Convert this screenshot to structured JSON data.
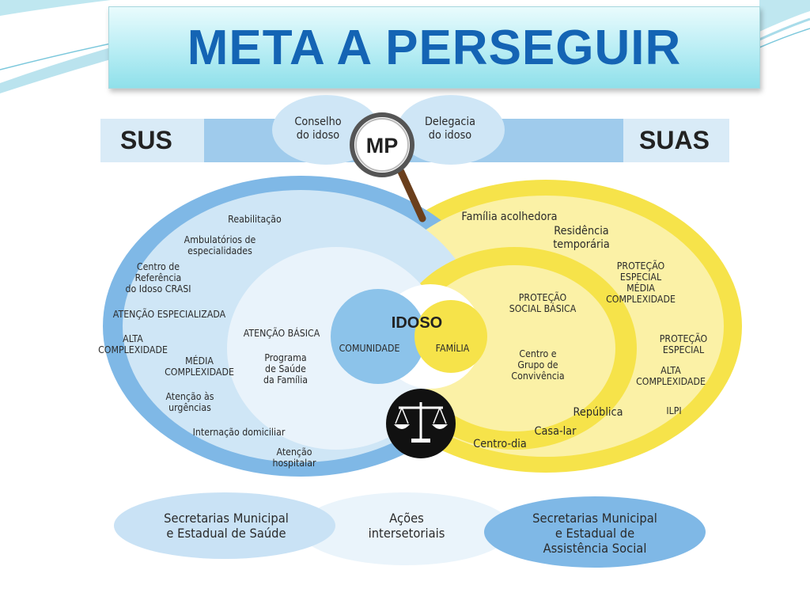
{
  "slide": {
    "title": "META A PERSEGUIR"
  },
  "colors": {
    "blue_band": "#9fcbec",
    "blue_ring": "#7fb8e6",
    "light_blue": "#cfe6f6",
    "yellow": "#f6e34a",
    "pale_yellow": "#fbf1a6",
    "title_text": "#1464b4"
  },
  "icons": {
    "magnifier": "magnifier-icon",
    "scales": "scales-of-justice-icon"
  },
  "top_band": {
    "left": "SUS",
    "right": "SUAS",
    "left_bubble": "Conselho\ndo idoso",
    "right_bubble": "Delegacia\ndo idoso",
    "center": "MP"
  },
  "sus_side": {
    "reabilitacao": "Reabilitação",
    "ambulatorios": "Ambulatórios de\nespecialidades",
    "crasi": "Centro de\nReferência\ndo Idoso CRASI",
    "atencao_especializada": "ATENÇÃO ESPECIALIZADA",
    "alta_complexidade": "ALTA\nCOMPLEXIDADE",
    "media_complexidade": "MÉDIA\nCOMPLEXIDADE",
    "atencao_basica": "ATENÇÃO BÁSICA",
    "programa_saude": "Programa\nde Saúde\nda Família",
    "urgencias": "Atenção às\nurgências",
    "internacao": "Internação domiciliar",
    "hospitalar": "Atenção\nhospitalar"
  },
  "center": {
    "idoso": "IDOSO",
    "comunidade": "COMUNIDADE",
    "familia": "FAMÍLIA"
  },
  "suas_side": {
    "familia_acolhedora": "Família acolhedora",
    "residencia": "Residência\ntemporária",
    "protecao_especial_media": "PROTEÇÃO\nESPECIAL\nMÉDIA\nCOMPLEXIDADE",
    "protecao_basica": "PROTEÇÃO\nSOCIAL BÁSICA",
    "centro_grupo": "Centro e\nGrupo de\nConvivência",
    "protecao_especial_alta": "PROTEÇÃO\nESPECIAL",
    "alta_complexidade": "ALTA\nCOMPLEXIDADE",
    "republica": "República",
    "ilpi": "ILPI",
    "casa_lar": "Casa-lar",
    "centro_dia": "Centro-dia"
  },
  "bottom": {
    "left": "Secretarias Municipal\ne Estadual de Saúde",
    "middle": "Ações\nintersetoriais",
    "right": "Secretarias Municipal\ne Estadual de\nAssistência Social"
  }
}
